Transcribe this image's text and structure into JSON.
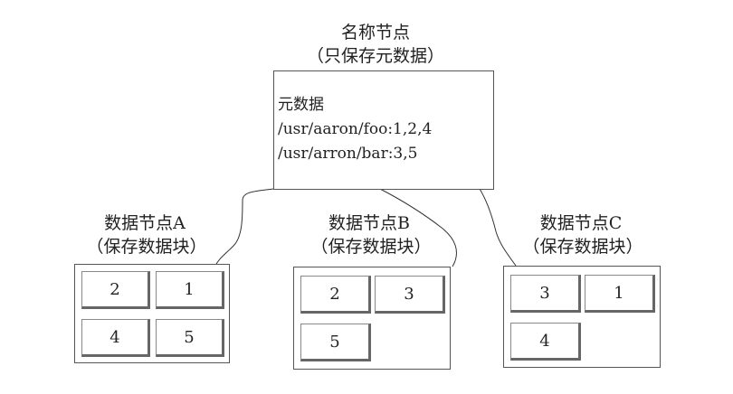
{
  "namenode": {
    "title": "名称节点",
    "subtitle": "（只保存元数据）",
    "heading": "元数据",
    "lines": [
      "/usr/aaron/foo:1,2,4",
      "/usr/arron/bar:3,5"
    ]
  },
  "datanodes": [
    {
      "title": "数据节点A",
      "subtitle": "（保存数据块）",
      "blocks": [
        "2",
        "1",
        "4",
        "5"
      ]
    },
    {
      "title": "数据节点B",
      "subtitle": "（保存数据块）",
      "blocks": [
        "2",
        "3",
        "5"
      ]
    },
    {
      "title": "数据节点C",
      "subtitle": "（保存数据块）",
      "blocks": [
        "3",
        "1",
        "4"
      ]
    }
  ]
}
